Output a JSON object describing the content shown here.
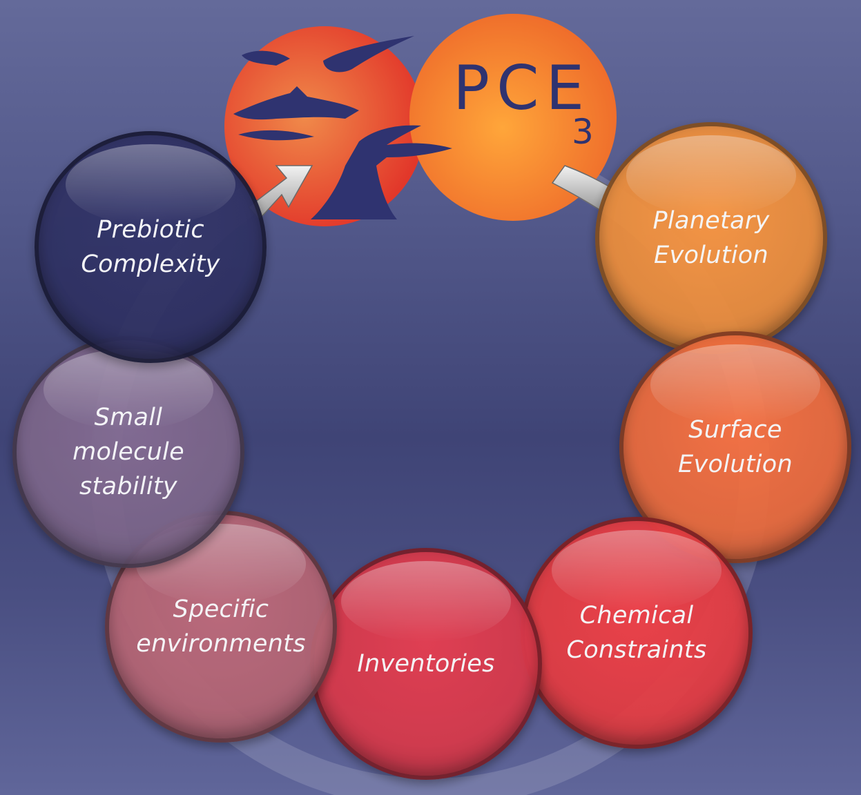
{
  "logo": {
    "text": "PCE",
    "subscript": "3",
    "colors": {
      "left": "#e44a2e",
      "right": "#f6902f",
      "silhouette": "#2f3370"
    }
  },
  "cycle": {
    "nodes": [
      {
        "id": "planetary-evolution",
        "label": "Planetary\nEvolution",
        "color": "#ea8d3c"
      },
      {
        "id": "surface-evolution",
        "label": "Surface\nEvolution",
        "color": "#e96b3d"
      },
      {
        "id": "chemical-constraints",
        "label": "Chemical\nConstraints",
        "color": "#e23c42"
      },
      {
        "id": "inventories",
        "label": "Inventories",
        "color": "#d7394a"
      },
      {
        "id": "specific-environments",
        "label": "Specific\nenvironments",
        "color": "#b36473"
      },
      {
        "id": "small-molecule-stability",
        "label": "Small\nmolecule\nstability",
        "color": "#7b6589"
      },
      {
        "id": "prebiotic-complexity",
        "label": "Prebiotic\nComplexity",
        "color": "#2f3162"
      }
    ],
    "ring_color": "#c9c9d6"
  }
}
